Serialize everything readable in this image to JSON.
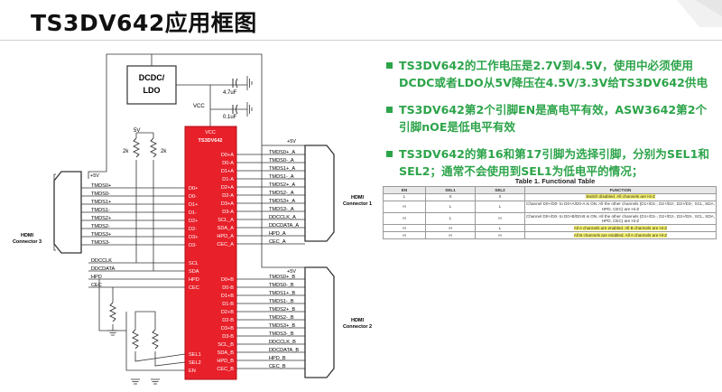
{
  "title": "TS3DV642应用框图",
  "bullets": [
    "TS3DV642的工作电压是2.7V到4.5V，使用中必须使用DCDC或者LDO从5V降压在4.5V/3.3V给TS3DV642供电",
    "TS3DV642第2个引脚EN是高电平有效，ASW3642第2个引脚nOE是低电平有效",
    "TS3DV642的第16和第17引脚为选择引脚，分别为SEL1和SEL2；通常不会使用到SEL1为低电平的情况；"
  ],
  "diagram": {
    "chip_name": "TS3DV642",
    "chip_vcc": "VCC",
    "dcdc_line1": "DCDC/",
    "dcdc_line2": "LDO",
    "cap1": "4.7uF",
    "cap2": "0.1uF",
    "vcc_label": "VCC",
    "sv_label": "5V",
    "r1": "2k",
    "r2": "2k",
    "conn3_line1": "HDMI",
    "conn3_line2": "Connector 3",
    "conn1_line1": "HDMI",
    "conn1_line2": "Connector 1",
    "conn2_line1": "HDMI",
    "conn2_line2": "Connector 2",
    "plus5v_1": "+5V",
    "plus5v_2": "+5V",
    "plus5v_3": "+5V",
    "left_pins": [
      "D0+",
      "D0-",
      "D1+",
      "D1-",
      "D2+",
      "D2-",
      "D3+",
      "D3-"
    ],
    "left_pins_lower": [
      "SCL",
      "SDA",
      "HPD",
      "CEC"
    ],
    "sel_pins": [
      "SEL1",
      "SEL2",
      "EN"
    ],
    "a_pins": [
      "D0+A",
      "D0-A",
      "D1+A",
      "D1-A",
      "D2+A",
      "D2-A",
      "D3+A",
      "D3-A",
      "SCL_A",
      "SDA_A",
      "HPD_A",
      "CEC_A"
    ],
    "b_pins": [
      "D0+B",
      "D0-B",
      "D1+B",
      "D1-B",
      "D2+B",
      "D2-B",
      "D3+B",
      "D3-B",
      "SCL_B",
      "SDA_B",
      "HPD_B",
      "CEC_B"
    ],
    "left_signals": [
      "TMDS0+",
      "TMDS0-",
      "TMDS1+",
      "TMDS1-",
      "TMDS2+",
      "TMDS2-",
      "TMDS3+",
      "TMDS3-"
    ],
    "left_signals_lower": [
      "DDCCLK",
      "DDCDATA",
      "HPD",
      "CEC"
    ],
    "a_signals": [
      "TMDS0+_A",
      "TMDS0-_A",
      "TMDS1+_A",
      "TMDS1-_A",
      "TMDS2+_A",
      "TMDS2-_A",
      "TMDS3+_A",
      "TMDS3-_A",
      "DDCCLK_A",
      "DDCDATA_A",
      "HPD_A",
      "CEC_A"
    ],
    "b_signals": [
      "TMDS0+_B",
      "TMDS0-_B",
      "TMDS1+_B",
      "TMDS1-_B",
      "TMDS2+_B",
      "TMDS2-_B",
      "TMDS3+_B",
      "TMDS3-_B",
      "DDCCLK_B",
      "DDCDATA_B",
      "HPD_B",
      "CEC_B"
    ]
  },
  "table": {
    "title": "Table 1. Functional Table",
    "headers": [
      "EN",
      "SEL1",
      "SEL2",
      "FUNCTION"
    ],
    "rows": [
      {
        "en": "L",
        "sel1": "X",
        "sel2": "X",
        "fn": "Switch disabled. All channels are Hi-Z",
        "hl": true
      },
      {
        "en": "H",
        "sel1": "L",
        "sel2": "L",
        "fn": "Channel D0+/D0- to D0+A/D0-A is ON. All the other channels (D1+/D1-, D2+/D2-, D3+/D3-, SCL, SDA, HPD, CEC) are Hi-Z",
        "hl": false
      },
      {
        "en": "H",
        "sel1": "L",
        "sel2": "H",
        "fn": "Channel D0+/D0- to D0+B/D0-B is ON. All the other channels (D1+/D1-, D2+/D2-, D3+/D3-, SCL, SDA, HPD, CEC) are Hi-Z",
        "hl": false
      },
      {
        "en": "H",
        "sel1": "H",
        "sel2": "L",
        "fn": "All A channels are enabled. All B channels are Hi-Z",
        "hl": true
      },
      {
        "en": "H",
        "sel1": "H",
        "sel2": "H",
        "fn": "All B channels are enabled. All A channels are Hi-Z",
        "hl": true
      }
    ]
  },
  "colors": {
    "chip": "#e8202a",
    "bullet": "#2da44a",
    "highlight": "#f4f06a"
  }
}
